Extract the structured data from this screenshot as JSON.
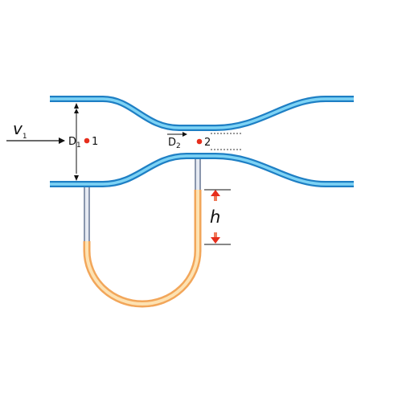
{
  "labels": {
    "v": "v",
    "v_sub": "1",
    "d1": "D",
    "d1_sub": "1",
    "point1": "1",
    "d2": "D",
    "d2_sub": "2",
    "point2": "2",
    "h": "h"
  },
  "colors": {
    "pipe_outer": "#1e7fc4",
    "pipe_inner": "#7dd3f5",
    "fluid_outer": "#f2a65a",
    "fluid_inner": "#fde2b2",
    "tube_outer": "#8a96ad",
    "tube_inner": "#e6eaf2",
    "point": "#e62e1c",
    "arrow_red": "#e62e1c",
    "line": "#111111"
  }
}
